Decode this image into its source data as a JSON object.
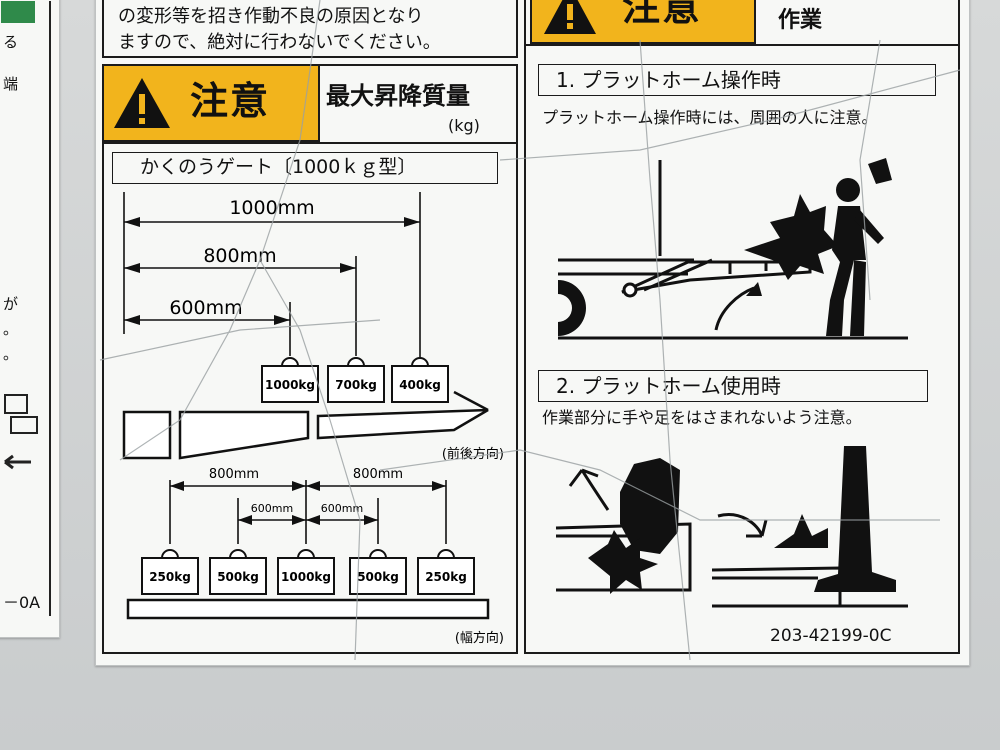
{
  "left_edge_label": {
    "fragments": [
      "る",
      "端",
      "が",
      "。",
      "。"
    ],
    "code_tail": "－0A"
  },
  "main_label": {
    "top_notice_line1": "の変形等を招き作動不良の原因となり",
    "top_notice_line2": "ますので、絶対に行わないでください。",
    "capacity_panel": {
      "warning_word": "注意",
      "title": "最大昇降質量",
      "unit": "(kg)",
      "gate_name": "かくのうゲート〔1000ｋｇ型〕",
      "front_back": {
        "distances": [
          "1000mm",
          "800mm",
          "600mm"
        ],
        "weights": [
          "1000kg",
          "700kg",
          "400kg"
        ],
        "direction": "(前後方向)"
      },
      "width": {
        "outer_distances": [
          "800mm",
          "800mm"
        ],
        "inner_distances": [
          "600mm",
          "600mm"
        ],
        "weights": [
          "250kg",
          "500kg",
          "1000kg",
          "500kg",
          "250kg"
        ],
        "direction": "(幅方向)"
      }
    },
    "operation_panel": {
      "warning_word": "注意",
      "title_fragment": "作業",
      "section1_title": "1. プラットホーム操作時",
      "section1_text": "プラットホーム操作時には、周囲の人に注意。",
      "section2_title": "2. プラットホーム使用時",
      "section2_text": "作業部分に手や足をはさまれないよう注意。",
      "code": "203-42199-0C"
    }
  }
}
